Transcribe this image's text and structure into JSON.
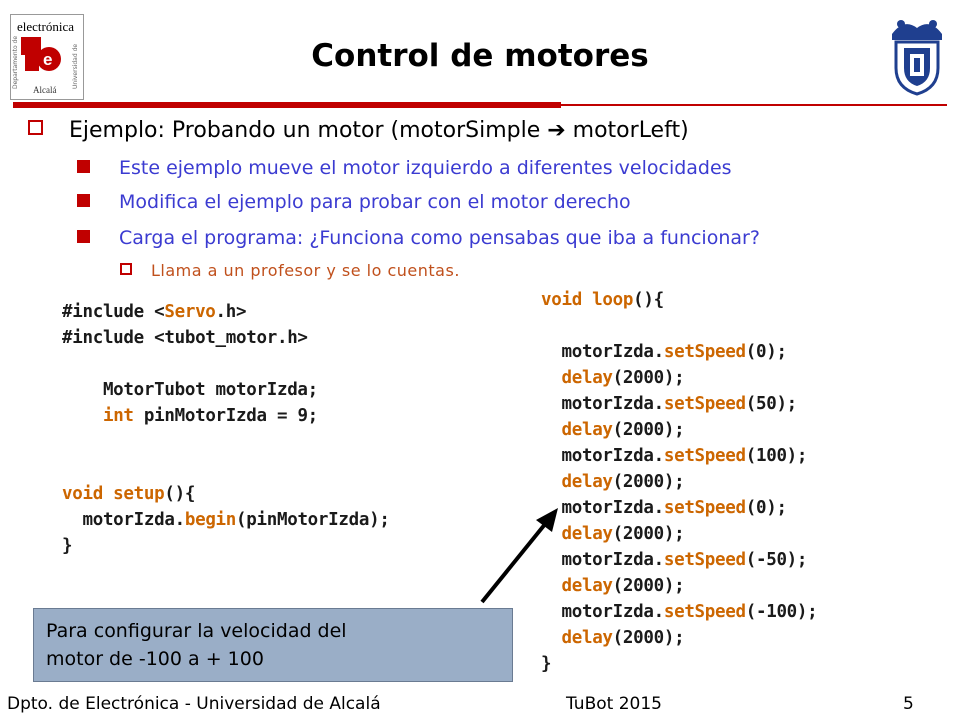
{
  "header": {
    "title": "Control de motores",
    "logo_left_text": "electrónica",
    "logo_left_sub": "Alcalá",
    "logo_left_side1": "Departamento de",
    "logo_left_side2": "Universidad de"
  },
  "bullets": {
    "level1": "Ejemplo: Probando un motor (motorSimple ➔ motorLeft)",
    "level2": [
      "Este ejemplo mueve el motor izquierdo a diferentes velocidades",
      "Modifica el ejemplo para probar con el motor derecho",
      "Carga el programa: ¿Funciona como pensabas que iba a funcionar?"
    ],
    "level3": "Llama a un profesor y se lo cuentas."
  },
  "code_left": [
    {
      "plain": "#include <",
      "kw": "Servo",
      "rest": ".h>"
    },
    {
      "plain": "#include <tubot_motor.h>",
      "kw": "",
      "rest": ""
    },
    {
      "plain": "",
      "kw": "",
      "rest": ""
    },
    {
      "plain": "    MotorTubot motorIzda;",
      "kw": "",
      "rest": ""
    },
    {
      "plain": "    ",
      "kw": "int",
      "rest": " pinMotorIzda = 9;"
    },
    {
      "plain": "",
      "kw": "",
      "rest": ""
    },
    {
      "plain": "",
      "kw": "",
      "rest": ""
    },
    {
      "plain": "",
      "kw": "void setup",
      "rest": "(){"
    },
    {
      "plain": "  motorIzda.",
      "kw": "begin",
      "rest": "(pinMotorIzda);"
    },
    {
      "plain": "}",
      "kw": "",
      "rest": ""
    }
  ],
  "code_right": [
    {
      "plain": "",
      "kw": "void loop",
      "rest": "(){"
    },
    {
      "plain": "",
      "kw": "",
      "rest": ""
    },
    {
      "plain": "  motorIzda.",
      "kw": "setSpeed",
      "rest": "(0);"
    },
    {
      "plain": "  ",
      "kw": "delay",
      "rest": "(2000);"
    },
    {
      "plain": "  motorIzda.",
      "kw": "setSpeed",
      "rest": "(50);"
    },
    {
      "plain": "  ",
      "kw": "delay",
      "rest": "(2000);"
    },
    {
      "plain": "  motorIzda.",
      "kw": "setSpeed",
      "rest": "(100);"
    },
    {
      "plain": "  ",
      "kw": "delay",
      "rest": "(2000);"
    },
    {
      "plain": "  motorIzda.",
      "kw": "setSpeed",
      "rest": "(0);"
    },
    {
      "plain": "  ",
      "kw": "delay",
      "rest": "(2000);"
    },
    {
      "plain": "  motorIzda.",
      "kw": "setSpeed",
      "rest": "(-50);"
    },
    {
      "plain": "  ",
      "kw": "delay",
      "rest": "(2000);"
    },
    {
      "plain": "  motorIzda.",
      "kw": "setSpeed",
      "rest": "(-100);"
    },
    {
      "plain": "  ",
      "kw": "delay",
      "rest": "(2000);"
    },
    {
      "plain": "}",
      "kw": "",
      "rest": ""
    }
  ],
  "callout": {
    "line1": "Para configurar la velocidad del",
    "line2": "motor de -100 a + 100"
  },
  "footer": {
    "department": "Dpto. de Electrónica - Universidad de Alcalá",
    "course": "TuBot 2015",
    "page": "5"
  },
  "colors": {
    "accent_red": "#c00000",
    "bullet_blue": "#3b3bd1",
    "sub_bullet_orange": "#c0501c",
    "code_keyword": "#cc6600",
    "callout_fill": "#9aaec7"
  }
}
